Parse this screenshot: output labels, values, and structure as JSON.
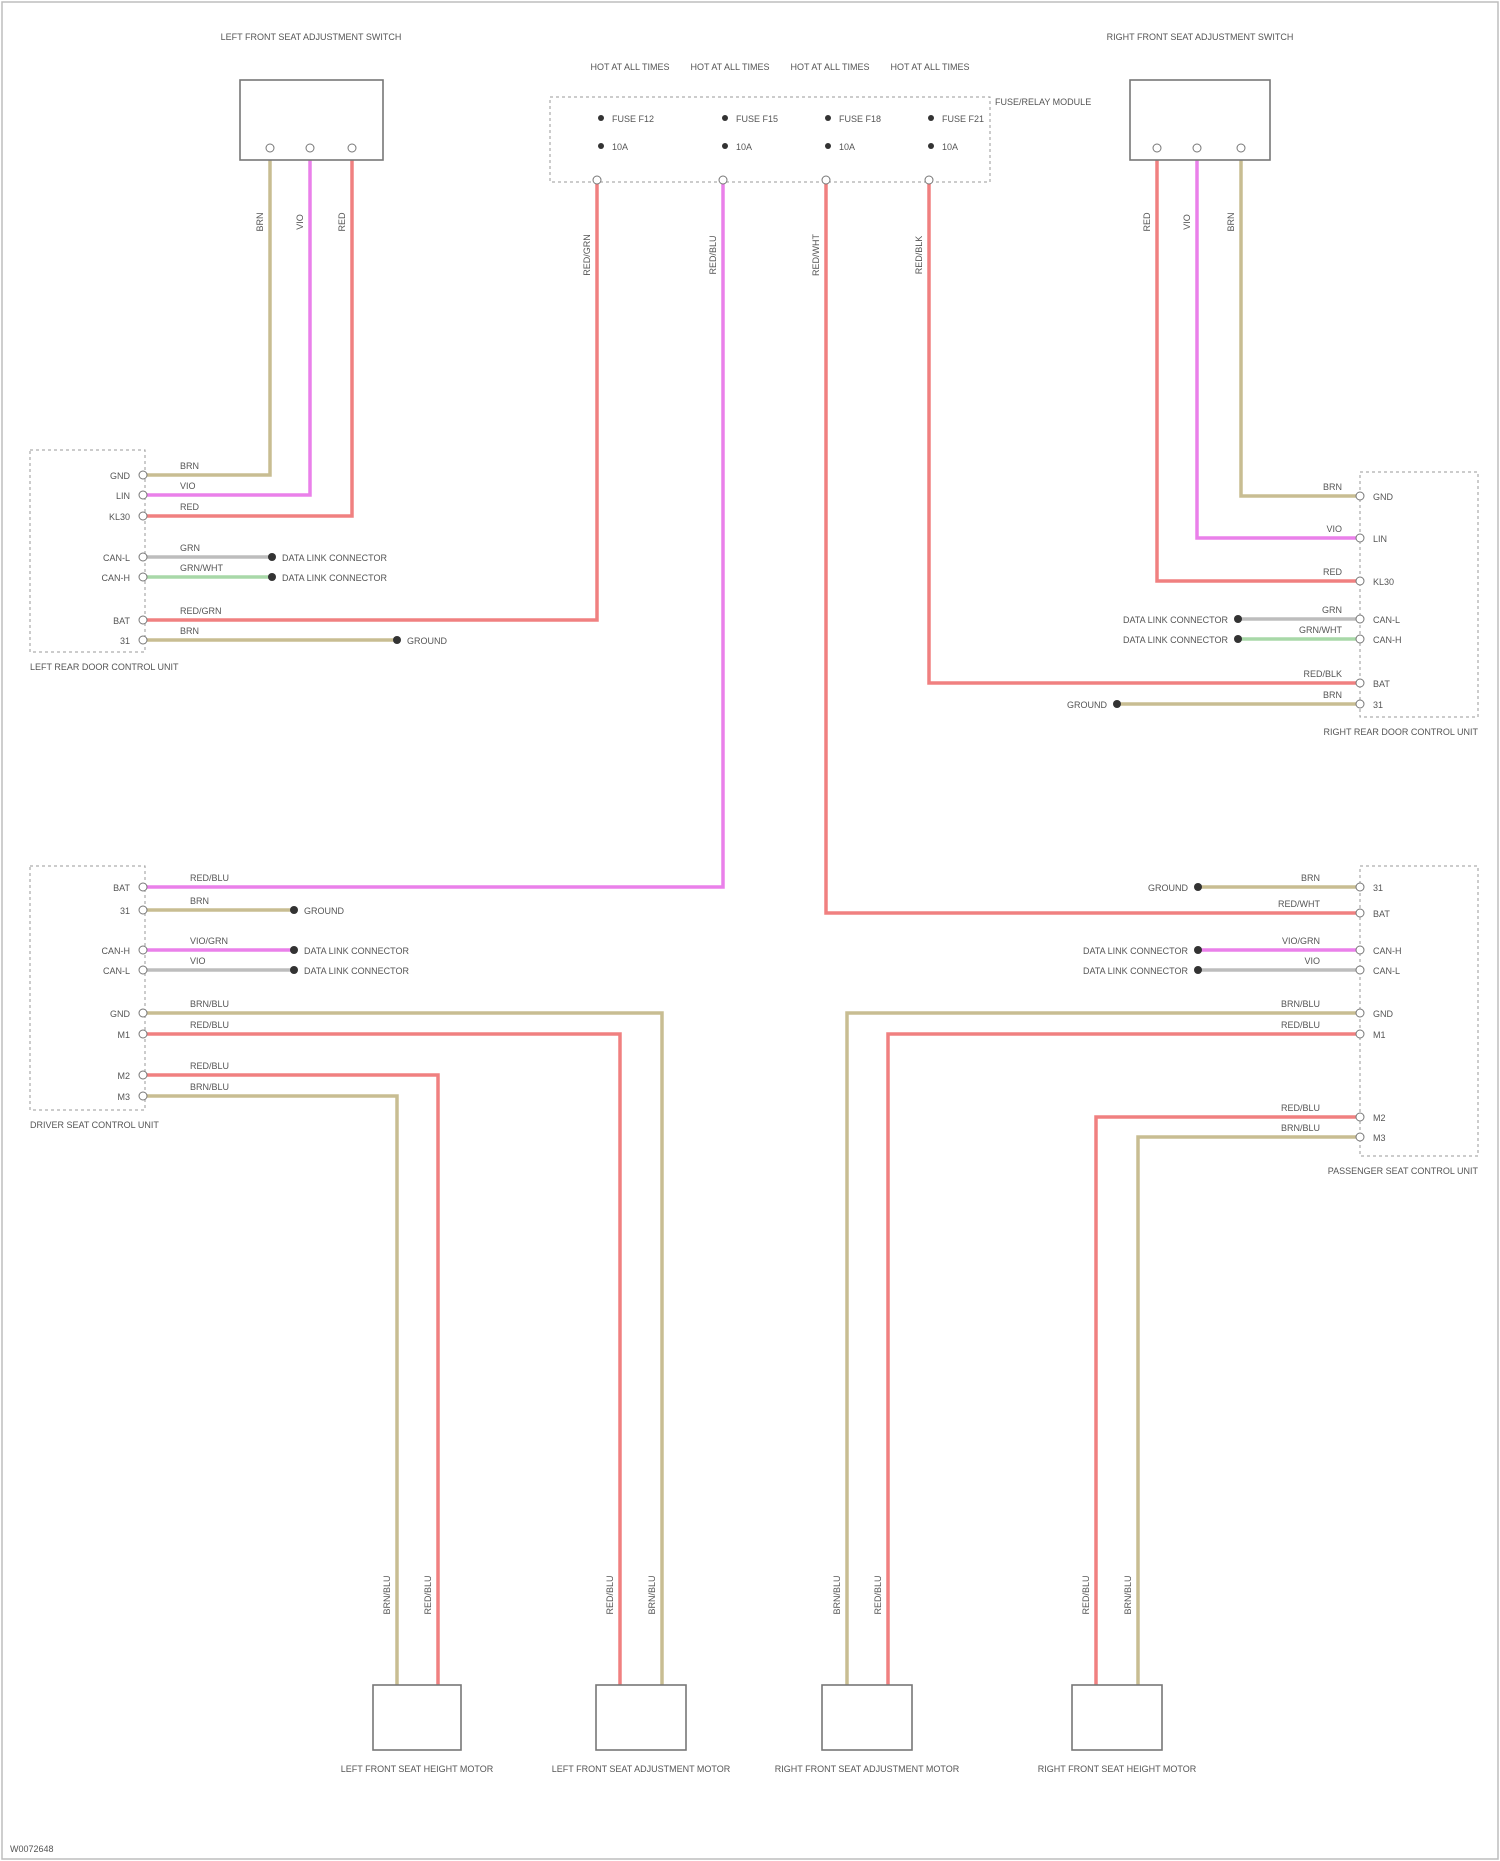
{
  "colors": {
    "red": "#f08080",
    "pink": "#ea80ea",
    "tan": "#c8bd92",
    "green": "#a8d8a8",
    "gray": "#bdbdbd",
    "border": "#999999"
  },
  "components": {
    "left_switch": "LEFT FRONT SEAT ADJUSTMENT SWITCH",
    "right_switch": "RIGHT FRONT SEAT ADJUSTMENT SWITCH",
    "left_door_module": "LEFT REAR DOOR CONTROL UNIT",
    "right_door_module": "RIGHT REAR DOOR CONTROL UNIT",
    "left_seat_module": "DRIVER SEAT CONTROL UNIT",
    "right_seat_module": "PASSENGER SEAT CONTROL UNIT",
    "motor_1": "LEFT FRONT SEAT HEIGHT MOTOR",
    "motor_2": "LEFT FRONT SEAT ADJUSTMENT MOTOR",
    "motor_3": "RIGHT FRONT SEAT ADJUSTMENT MOTOR",
    "motor_4": "RIGHT FRONT SEAT HEIGHT MOTOR"
  },
  "fusebox": {
    "title": "FUSE/RELAY MODULE",
    "hot_labels": [
      "HOT AT ALL TIMES",
      "HOT AT ALL TIMES",
      "HOT AT ALL TIMES",
      "HOT AT ALL TIMES"
    ],
    "fuse_labels": [
      "FUSE F12",
      "FUSE F15",
      "FUSE F18",
      "FUSE F21"
    ],
    "amp_labels": [
      "10A",
      "10A",
      "10A",
      "10A"
    ]
  },
  "wire_labels": {
    "fuse_feeds": [
      "RED/GRN",
      "RED/BLU",
      "RED/WHT",
      "RED/BLK"
    ],
    "left_switch": [
      "BRN",
      "VIO",
      "RED"
    ],
    "right_switch": [
      "RED",
      "VIO",
      "BRN"
    ],
    "left_door": [
      "BRN",
      "VIO",
      "RED",
      "GRN",
      "GRN/WHT",
      "RED/GRN",
      "BRN"
    ],
    "right_door": [
      "BRN",
      "VIO",
      "RED",
      "GRN",
      "GRN/WHT",
      "RED/BLK",
      "BRN"
    ],
    "left_seat": [
      "RED/BLU",
      "BRN",
      "VIO/GRN",
      "VIO",
      "BRN/BLU",
      "RED/BLU",
      "RED/BLU",
      "BRN/BLU"
    ],
    "right_seat": [
      "BRN",
      "RED/WHT",
      "VIO/GRN",
      "VIO",
      "BRN/BLU",
      "RED/BLU",
      "RED/BLU",
      "BRN/BLU"
    ],
    "motor_1": [
      "BRN/BLU",
      "RED/BLU"
    ],
    "motor_2": [
      "RED/BLU",
      "BRN/BLU"
    ],
    "motor_3": [
      "BRN/BLU",
      "RED/BLU"
    ],
    "motor_4": [
      "RED/BLU",
      "BRN/BLU"
    ]
  },
  "pin_labels": {
    "left_door": [
      "GND",
      "LIN",
      "KL30",
      "CAN-L",
      "CAN-H",
      "BAT",
      "31"
    ],
    "right_door": [
      "GND",
      "LIN",
      "KL30",
      "CAN-L",
      "CAN-H",
      "BAT",
      "31"
    ],
    "left_seat": [
      "BAT",
      "31",
      "CAN-H",
      "CAN-L",
      "GND",
      "M1",
      "M2",
      "M3"
    ],
    "right_seat": [
      "31",
      "BAT",
      "CAN-H",
      "CAN-L",
      "GND",
      "M1",
      "M2",
      "M3"
    ]
  },
  "connections": {
    "data_bus": "DATA LINK CONNECTOR",
    "ground": "GROUND"
  },
  "footer": "W0072648"
}
